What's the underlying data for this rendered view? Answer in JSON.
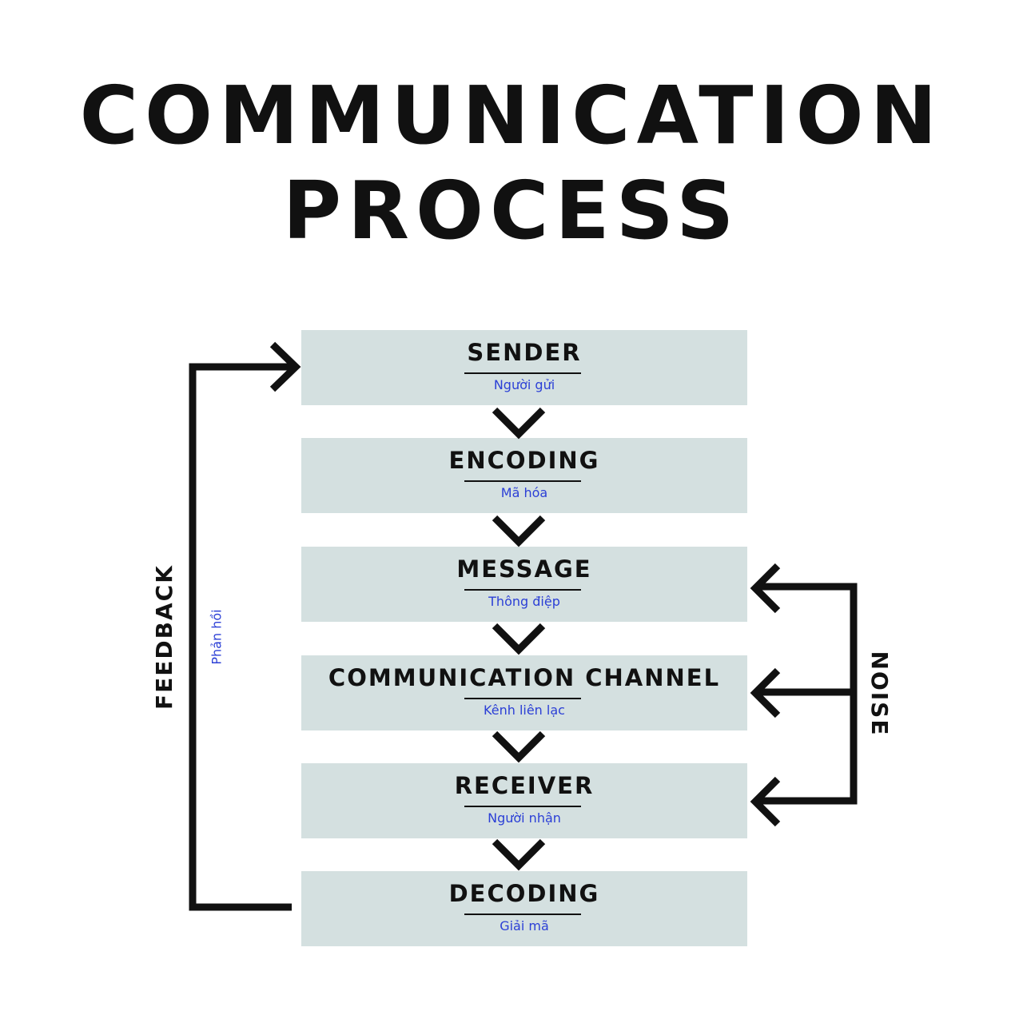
{
  "title": {
    "line1": "COMMUNICATION",
    "line2": "PROCESS"
  },
  "steps": [
    {
      "label": "SENDER",
      "sublabel": "Người gửi"
    },
    {
      "label": "ENCODING",
      "sublabel": "Mã hóa"
    },
    {
      "label": "MESSAGE",
      "sublabel": "Thông điệp"
    },
    {
      "label": "COMMUNICATION CHANNEL",
      "sublabel": "Kênh liên lạc"
    },
    {
      "label": "RECEIVER",
      "sublabel": "Người nhận"
    },
    {
      "label": "DECODING",
      "sublabel": "Giải mã"
    }
  ],
  "feedback": {
    "label": "FEEDBACK",
    "sublabel": "Phản hồi"
  },
  "noise": {
    "label": "NOISE"
  },
  "colors": {
    "box": "#d4e0e0",
    "text": "#111111",
    "sublabel": "#2b3fd6",
    "arrow": "#111111"
  }
}
